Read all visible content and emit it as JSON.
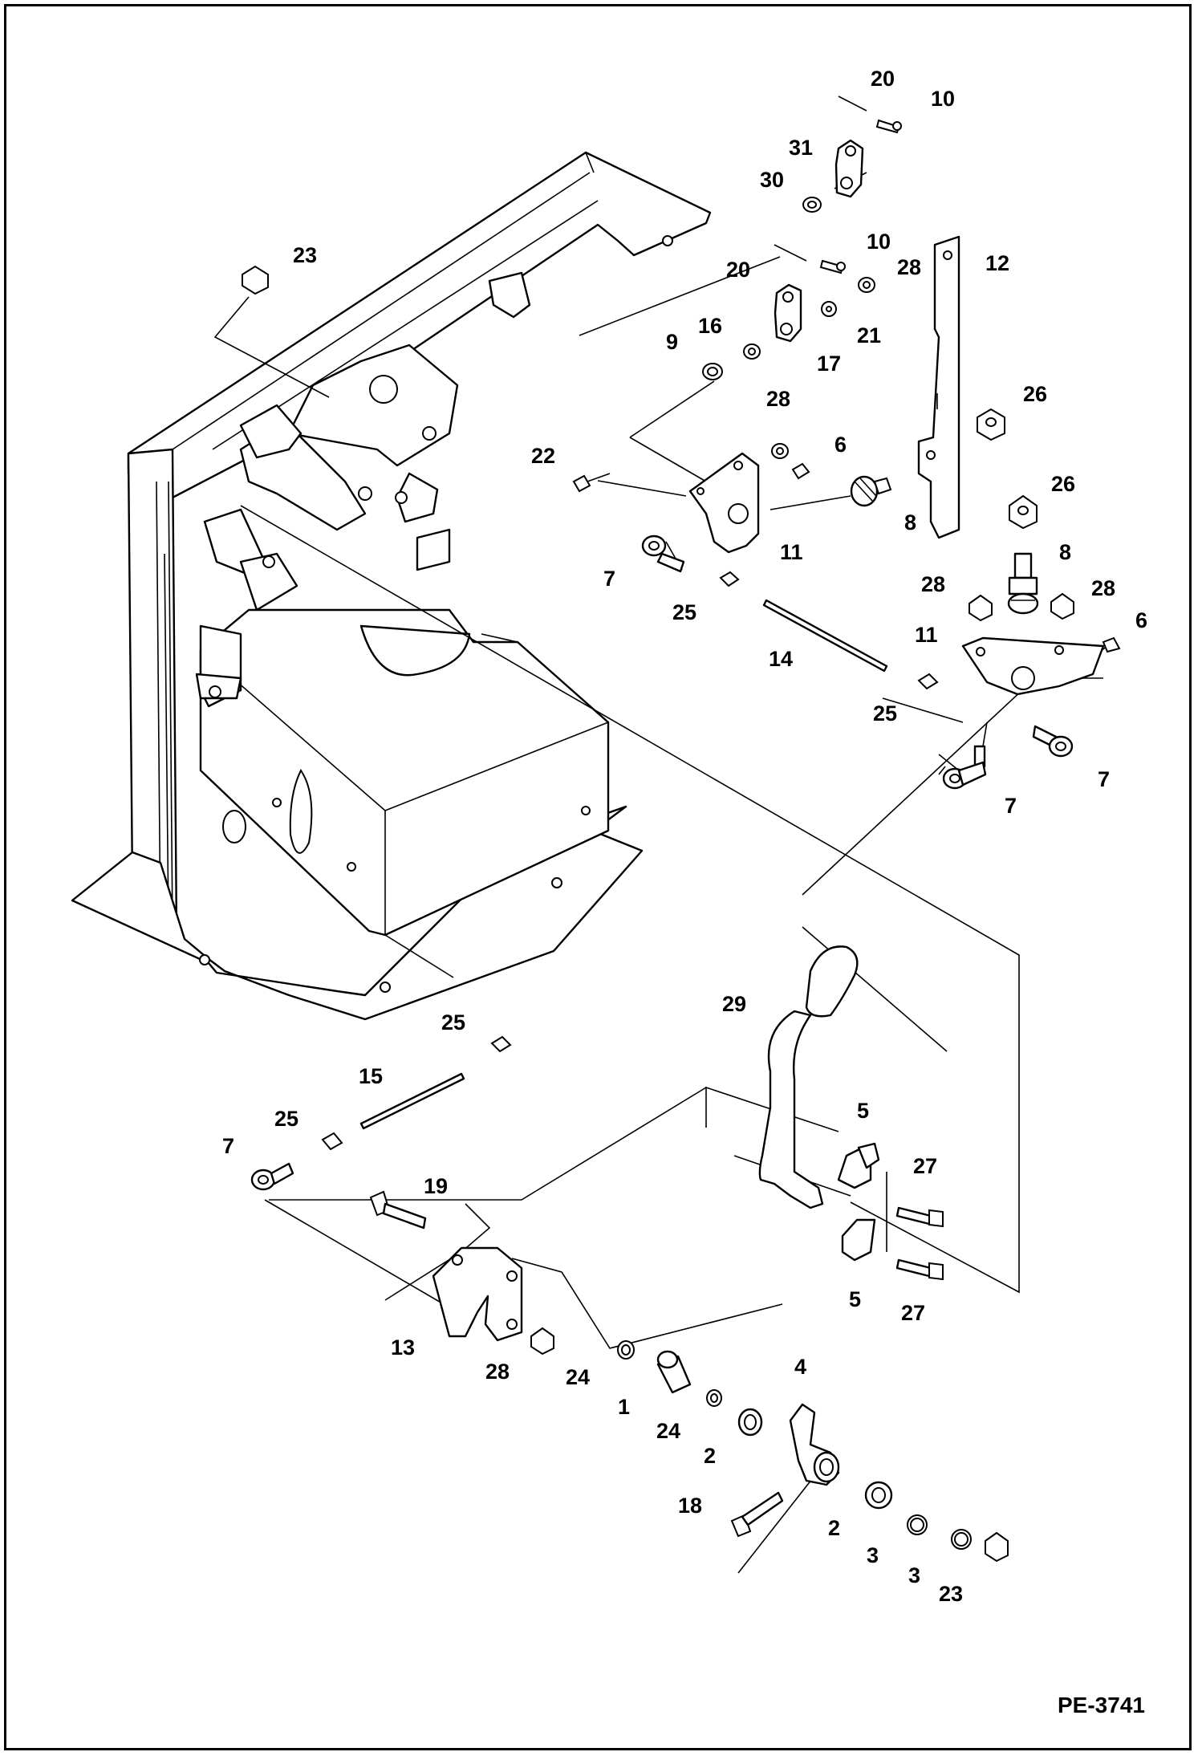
{
  "drawing_code": "PE-3741",
  "callouts": [
    {
      "id": "c20a",
      "text": "20"
    },
    {
      "id": "c10a",
      "text": "10"
    },
    {
      "id": "c31",
      "text": "31"
    },
    {
      "id": "c30",
      "text": "30"
    },
    {
      "id": "c23a",
      "text": "23"
    },
    {
      "id": "c10b",
      "text": "10"
    },
    {
      "id": "c20b",
      "text": "20"
    },
    {
      "id": "c28a",
      "text": "28"
    },
    {
      "id": "c12",
      "text": "12"
    },
    {
      "id": "c16",
      "text": "16"
    },
    {
      "id": "c9",
      "text": "9"
    },
    {
      "id": "c21",
      "text": "21"
    },
    {
      "id": "c17",
      "text": "17"
    },
    {
      "id": "c26a",
      "text": "26"
    },
    {
      "id": "c28b",
      "text": "28"
    },
    {
      "id": "c6a",
      "text": "6"
    },
    {
      "id": "c22",
      "text": "22"
    },
    {
      "id": "c26b",
      "text": "26"
    },
    {
      "id": "c8a",
      "text": "8"
    },
    {
      "id": "c11a",
      "text": "11"
    },
    {
      "id": "c8b",
      "text": "8"
    },
    {
      "id": "c7a",
      "text": "7"
    },
    {
      "id": "c28c",
      "text": "28"
    },
    {
      "id": "c28d",
      "text": "28"
    },
    {
      "id": "c25a",
      "text": "25"
    },
    {
      "id": "c6b",
      "text": "6"
    },
    {
      "id": "c11b",
      "text": "11"
    },
    {
      "id": "c14",
      "text": "14"
    },
    {
      "id": "c25b",
      "text": "25"
    },
    {
      "id": "c7b",
      "text": "7"
    },
    {
      "id": "c7c",
      "text": "7"
    },
    {
      "id": "c29",
      "text": "29"
    },
    {
      "id": "c25c",
      "text": "25"
    },
    {
      "id": "c15",
      "text": "15"
    },
    {
      "id": "c5a",
      "text": "5"
    },
    {
      "id": "c25d",
      "text": "25"
    },
    {
      "id": "c7d",
      "text": "7"
    },
    {
      "id": "c27a",
      "text": "27"
    },
    {
      "id": "c19",
      "text": "19"
    },
    {
      "id": "c5b",
      "text": "5"
    },
    {
      "id": "c27b",
      "text": "27"
    },
    {
      "id": "c13",
      "text": "13"
    },
    {
      "id": "c28e",
      "text": "28"
    },
    {
      "id": "c24a",
      "text": "24"
    },
    {
      "id": "c4",
      "text": "4"
    },
    {
      "id": "c1",
      "text": "1"
    },
    {
      "id": "c24b",
      "text": "24"
    },
    {
      "id": "c2a",
      "text": "2"
    },
    {
      "id": "c18",
      "text": "18"
    },
    {
      "id": "c2b",
      "text": "2"
    },
    {
      "id": "c3a",
      "text": "3"
    },
    {
      "id": "c3b",
      "text": "3"
    },
    {
      "id": "c23b",
      "text": "23"
    }
  ]
}
